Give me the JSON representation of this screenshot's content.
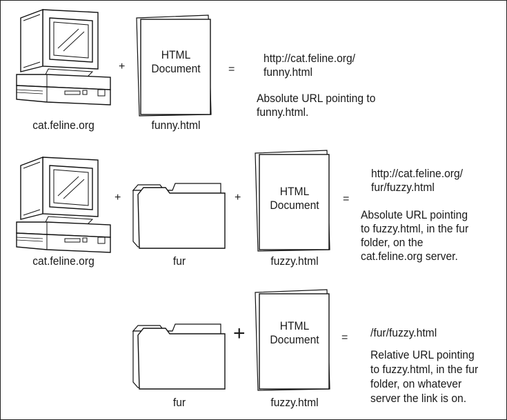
{
  "row1": {
    "computer_label": "cat.feline.org",
    "doc_text_line1": "HTML",
    "doc_text_line2": "Document",
    "doc_label": "funny.html",
    "plus": "+",
    "equals": "=",
    "url": "http://cat.feline.org/\n       funny.html",
    "description": "Absolute URL pointing to\nfunny.html."
  },
  "row2": {
    "computer_label": "cat.feline.org",
    "folder_label": "fur",
    "doc_text_line1": "HTML",
    "doc_text_line2": "Document",
    "doc_label": "fuzzy.html",
    "plus": "+",
    "equals": "=",
    "url": "http://cat.feline.org/\n     fur/fuzzy.html",
    "description": "Absolute URL pointing\nto fuzzy.html, in the fur\nfolder, on the\ncat.feline.org server."
  },
  "row3": {
    "folder_label": "fur",
    "doc_text_line1": "HTML",
    "doc_text_line2": "Document",
    "doc_label": "fuzzy.html",
    "plus": "+",
    "equals": "=",
    "url": "/fur/fuzzy.html",
    "description": "Relative URL pointing\nto fuzzy.html, in the fur\nfolder, on whatever\nserver the link is on."
  }
}
